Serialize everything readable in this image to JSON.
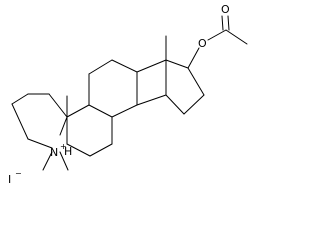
{
  "molecule": {
    "atom_labels": {
      "ester_oxygen": "O",
      "carbonyl_oxygen": "O",
      "nitrogen": "N",
      "nitrogen_charge": "+",
      "ring_hydrogen": "H",
      "counterion": "I",
      "counterion_charge": "−"
    },
    "colors": {
      "bond": "#000000",
      "text": "#000000",
      "background": "#ffffff"
    }
  }
}
